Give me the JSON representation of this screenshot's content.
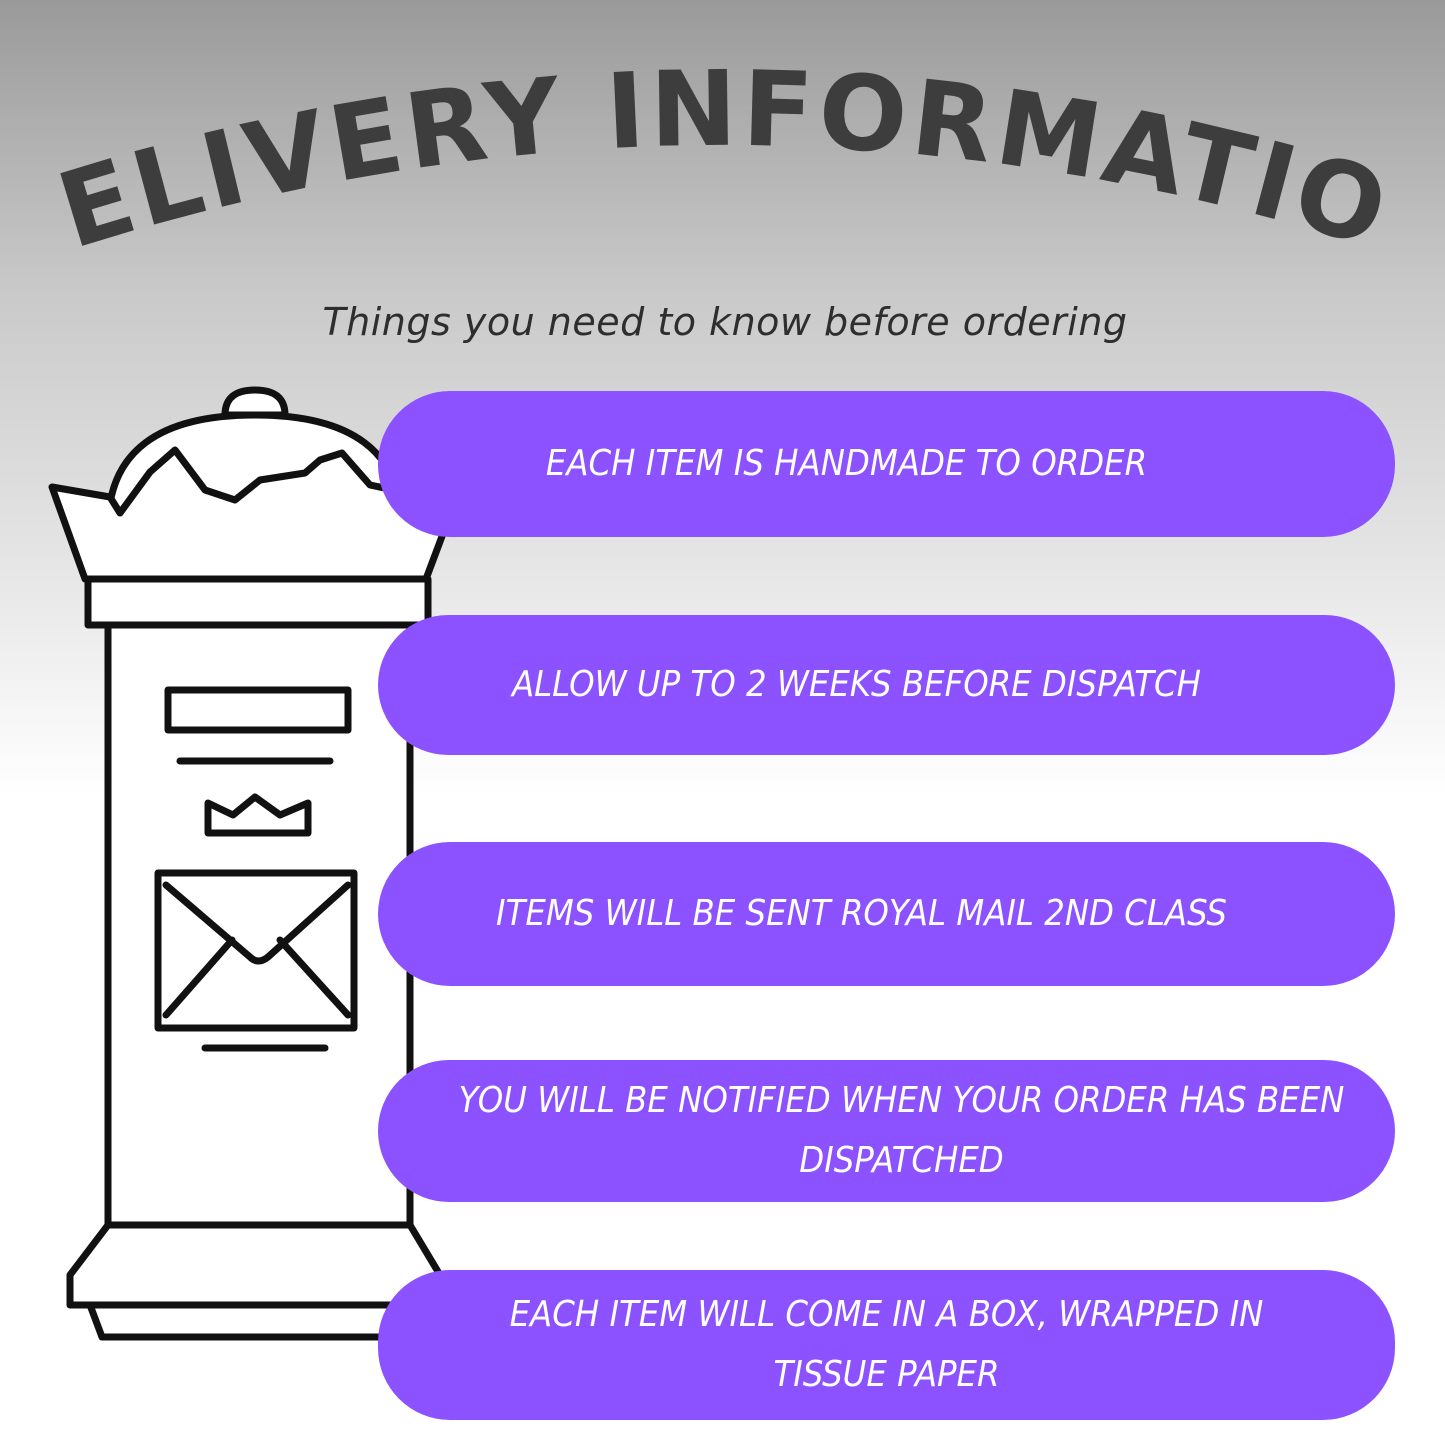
{
  "title": "DELIVERY INFORMATION",
  "subtitle": "Things you need to know before ordering",
  "items": [
    {
      "text": "EACH ITEM IS HANDMADE TO ORDER"
    },
    {
      "text": "ALLOW UP TO 2 WEEKS BEFORE DISPATCH"
    },
    {
      "text": "ITEMS WILL BE SENT ROYAL MAIL 2ND CLASS"
    },
    {
      "text": "YOU WILL BE NOTIFIED WHEN YOUR ORDER HAS BEEN DISPATCHED"
    },
    {
      "text": "EACH ITEM WILL COME IN A BOX, WRAPPED IN TISSUE PAPER"
    }
  ],
  "colors": {
    "pill": "#8c52ff",
    "title": "#3d3d3d",
    "outline": "#111111"
  },
  "illustration": "post-box-icon"
}
